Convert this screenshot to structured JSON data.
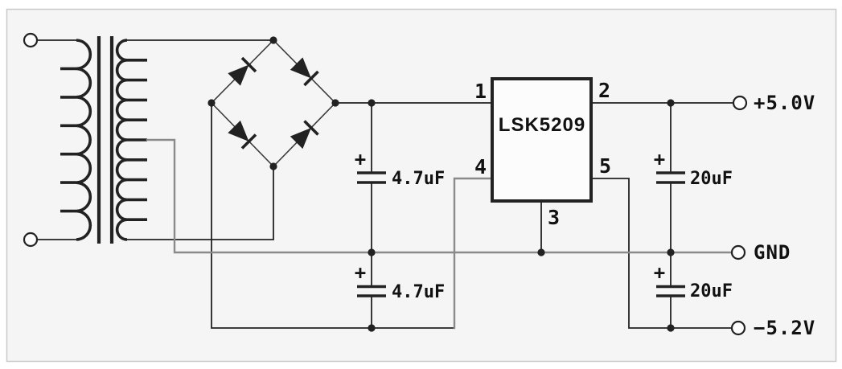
{
  "schematic": {
    "ic": {
      "name": "LSK5209"
    },
    "pins": {
      "p1": "1",
      "p2": "2",
      "p3": "3",
      "p4": "4",
      "p5": "5"
    },
    "capacitors": {
      "input_top": {
        "value": "4.7uF",
        "polarity": "+"
      },
      "input_bottom": {
        "value": "4.7uF",
        "polarity": "+"
      },
      "output_top": {
        "value": "20uF",
        "polarity": "+"
      },
      "output_bottom": {
        "value": "20uF",
        "polarity": "+"
      }
    },
    "terminals": {
      "positive": "+5.0V",
      "ground": "GND",
      "negative": "−5.2V"
    },
    "colors": {
      "wire": "#222222",
      "gray_wire": "#8a8a8a",
      "panel_bg": "#f5f5f5",
      "frame": "#c9c9c9",
      "ink": "#111111"
    }
  }
}
